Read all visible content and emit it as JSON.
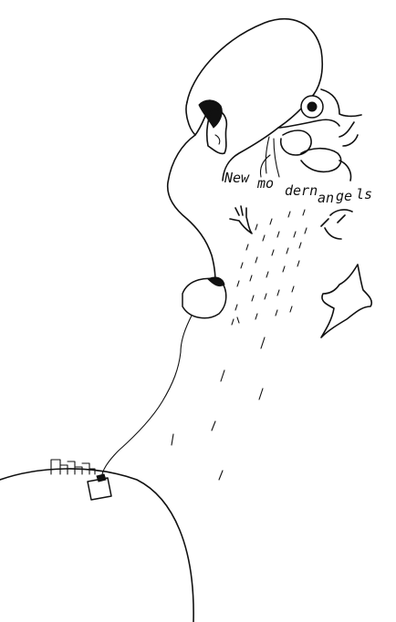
{
  "caption": {
    "word1": "New",
    "word2": "mo",
    "word3": "dern",
    "word4": "an",
    "word5": "ge",
    "word6": "ls"
  },
  "colors": {
    "ink": "#111111",
    "paper": "#ffffff"
  }
}
